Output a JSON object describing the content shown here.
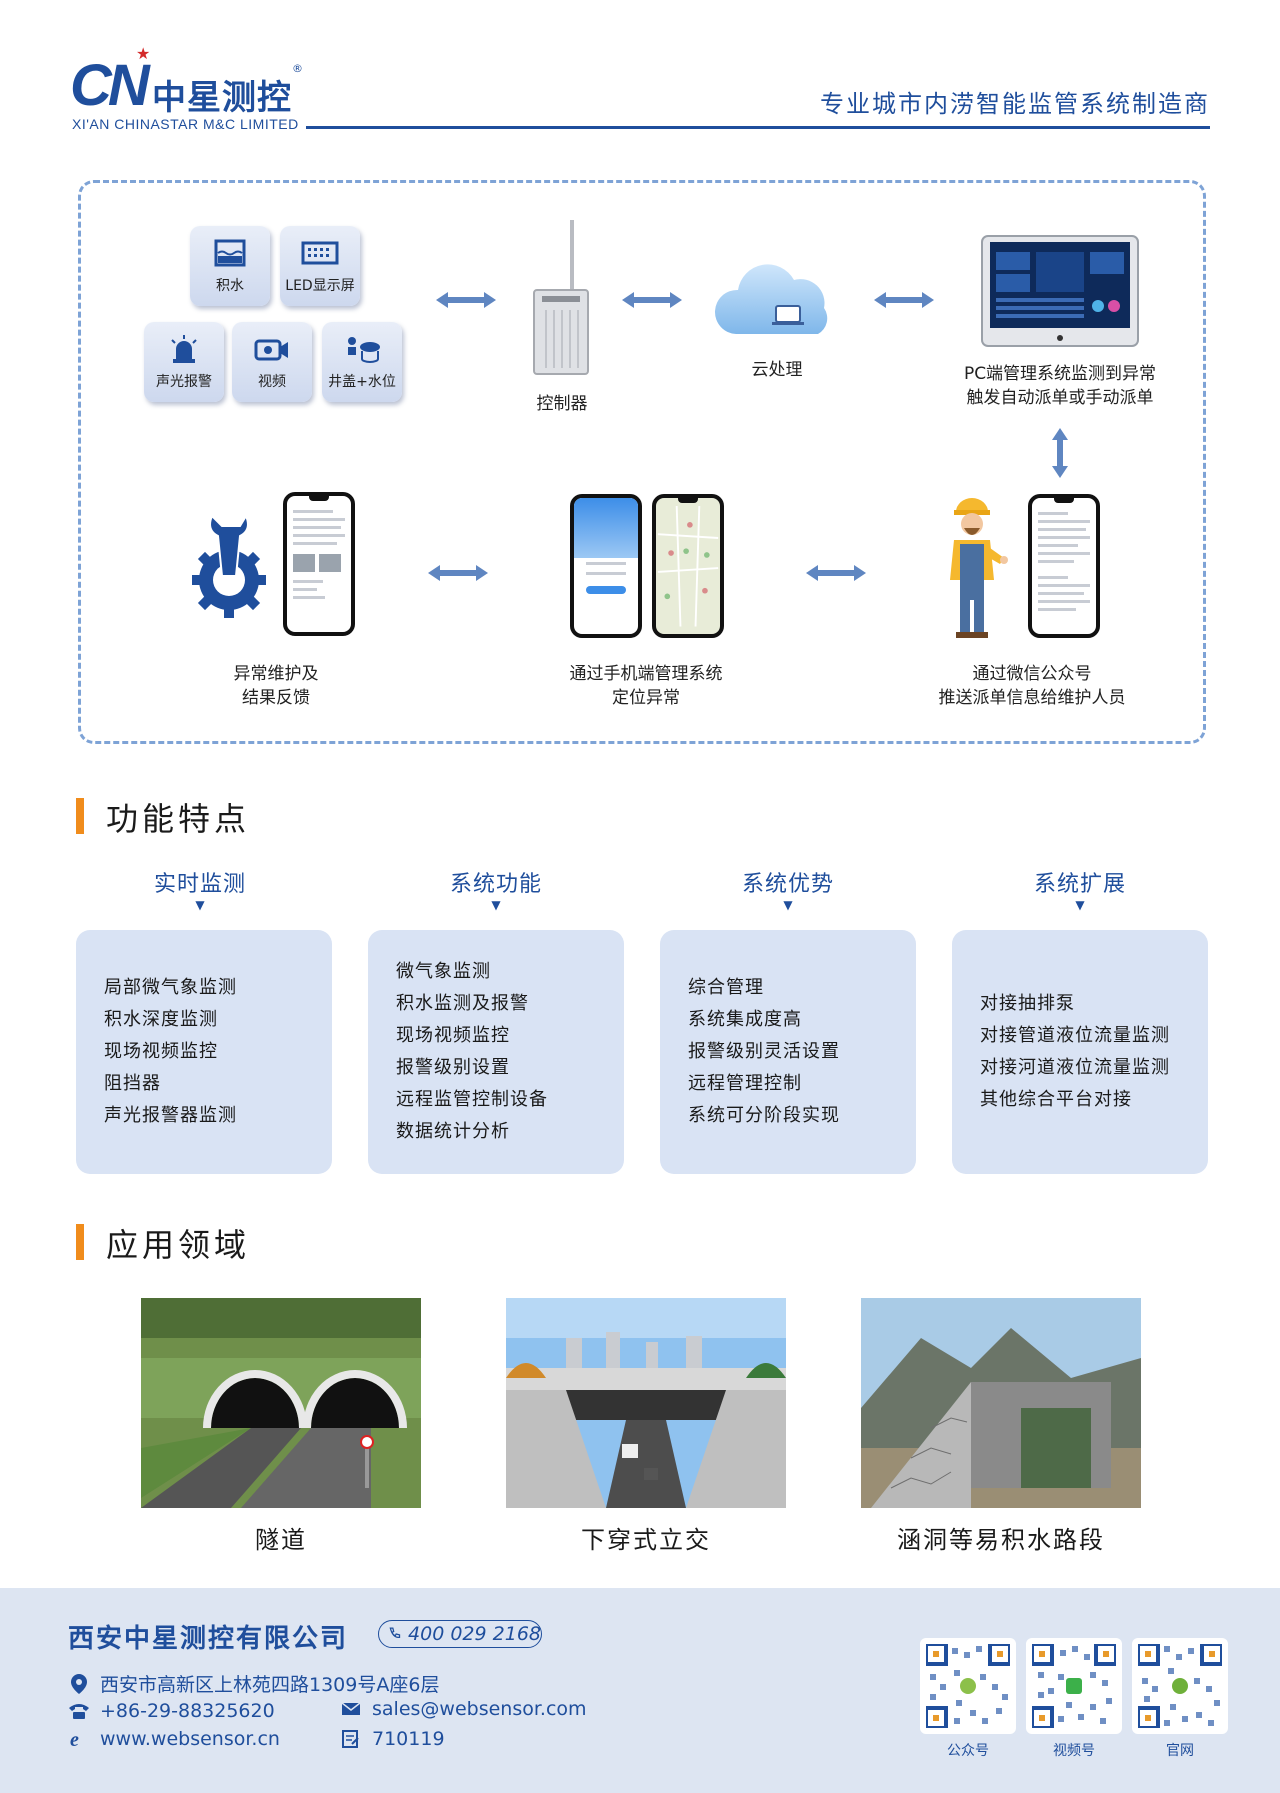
{
  "header": {
    "logo_mark": "CN",
    "logo_name": "中星测控",
    "logo_reg": "®",
    "logo_en": "XI'AN CHINASTAR M&C LIMITED",
    "tagline": "专业城市内涝智能监管系统制造商"
  },
  "flow": {
    "sensors": [
      {
        "label": "积水",
        "icon": "water-level-icon"
      },
      {
        "label": "LED显示屏",
        "icon": "led-screen-icon"
      },
      {
        "label": "声光报警",
        "icon": "alarm-light-icon"
      },
      {
        "label": "视频",
        "icon": "video-camera-icon"
      },
      {
        "label": "井盖+水位",
        "icon": "manhole-cover-icon"
      }
    ],
    "controller_label": "控制器",
    "cloud_label": "云处理",
    "pc_label_1": "PC端管理系统监测到异常",
    "pc_label_2": "触发自动派单或手动派单",
    "wechat_label_1": "通过微信公众号",
    "wechat_label_2": "推送派单信息给维护人员",
    "mobile_label_1": "通过手机端管理系统",
    "mobile_label_2": "定位异常",
    "maintain_label_1": "异常维护及",
    "maintain_label_2": "结果反馈"
  },
  "features": {
    "title": "功能特点",
    "columns": [
      {
        "heading": "实时监测",
        "items": [
          "局部微气象监测",
          "积水深度监测",
          "现场视频监控",
          "阻挡器",
          "声光报警器监测"
        ]
      },
      {
        "heading": "系统功能",
        "items": [
          "微气象监测",
          "积水监测及报警",
          "现场视频监控",
          "报警级别设置",
          "远程监管控制设备",
          "数据统计分析"
        ]
      },
      {
        "heading": "系统优势",
        "items": [
          "综合管理",
          "系统集成度高",
          "报警级别灵活设置",
          "远程管理控制",
          "系统可分阶段实现"
        ]
      },
      {
        "heading": "系统扩展",
        "items": [
          "对接抽排泵",
          "对接管道液位流量监测",
          "对接河道液位流量监测",
          "其他综合平台对接"
        ]
      }
    ]
  },
  "applications": {
    "title": "应用领域",
    "items": [
      {
        "label": "隧道"
      },
      {
        "label": "下穿式立交"
      },
      {
        "label": "涵洞等易积水路段"
      }
    ]
  },
  "footer": {
    "company": "西安中星测控有限公司",
    "hotline": "400 029 2168",
    "address": "西安市高新区上林苑四路1309号A座6层",
    "phone": "+86-29-88325620",
    "email": "sales@websensor.com",
    "website": "www.websensor.cn",
    "postcode": "710119",
    "qr_codes": [
      {
        "label": "公众号"
      },
      {
        "label": "视频号"
      },
      {
        "label": "官网"
      }
    ]
  },
  "colors": {
    "brand_blue": "#1f4e9c",
    "accent_orange": "#f08c1c",
    "card_bg": "#d9e3f4",
    "footer_bg": "#dde5f2"
  }
}
